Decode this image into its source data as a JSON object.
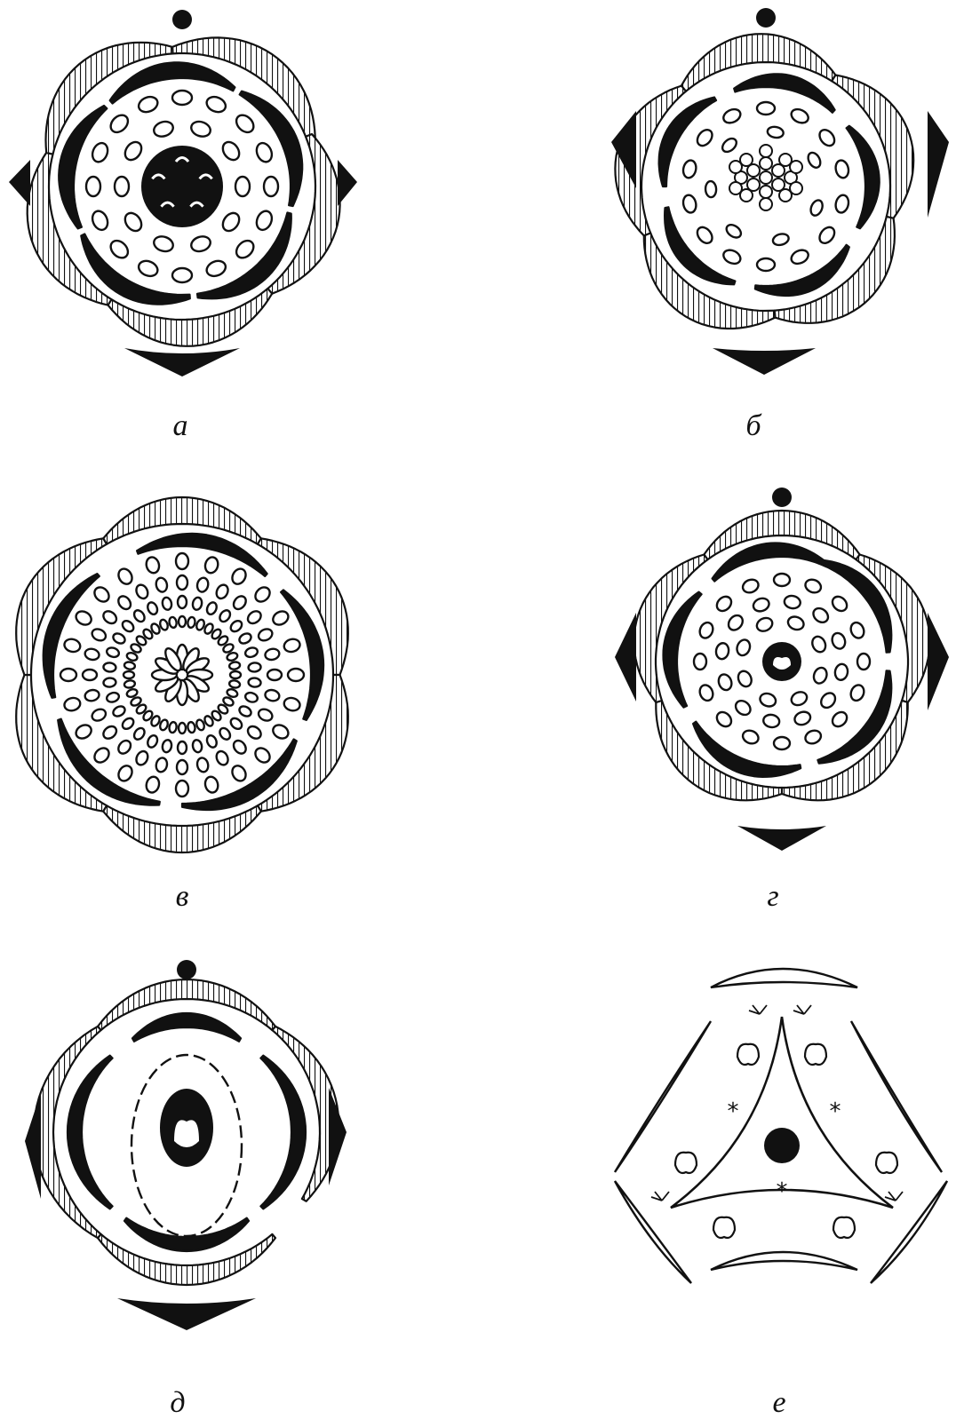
{
  "figure": {
    "panels": [
      {
        "id": "a",
        "label": "а"
      },
      {
        "id": "b",
        "label": "б"
      },
      {
        "id": "v",
        "label": "в"
      },
      {
        "id": "g",
        "label": "г"
      },
      {
        "id": "d",
        "label": "д"
      },
      {
        "id": "e",
        "label": "е"
      }
    ]
  },
  "colors": {
    "ink": "#111111",
    "paper": "#ffffff"
  }
}
